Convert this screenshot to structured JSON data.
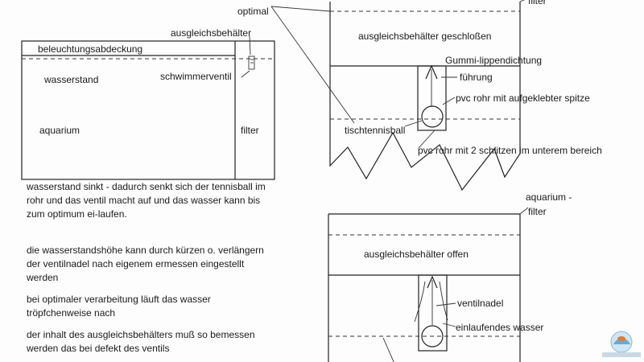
{
  "left_diagram": {
    "cover_label": "beleuchtungsabdeckung",
    "tank_label": "ausgleichsbehälter",
    "water_label": "wasserstand",
    "valve_label": "schwimmerventil",
    "aquarium_label": "aquarium",
    "filter_label": "filter"
  },
  "top_right_diagram": {
    "optimal_label": "optimal",
    "filter_label": "filter",
    "tank_label": "ausgleichsbehälter geschloßen",
    "seal_label": "Gummi-lippendichtung",
    "guide_label": "führung",
    "pipe_tip_label": "pvc rohr mit aufgeklebter spitze",
    "ball_label": "tischtennisball",
    "pipe_slots_label": "pvc rohr mit 2 schlitzen im unterem bereich"
  },
  "bottom_right_diagram": {
    "aquarium_filter_label_1": "aquarium -",
    "aquarium_filter_label_2": "filter",
    "tank_label": "ausgleichsbehälter offen",
    "needle_label": "ventilnadel",
    "inflow_label": "einlaufendes wasser"
  },
  "description": {
    "para1": "wasserstand sinkt - dadurch senkt sich der tennisball im rohr und das ventil macht auf und das wasser kann bis zum optimum ei-laufen.",
    "para2": "die wasserstandshöhe kann durch kürzen o. verlängern der ventilnadel nach eigenem ermessen eingestellt werden",
    "para3": "bei optimaler verarbeitung läuft das wasser tröpfchenweise nach",
    "para4": "der inhalt des ausgleichsbehälters muß so bemessen werden das bei defekt des ventils"
  }
}
